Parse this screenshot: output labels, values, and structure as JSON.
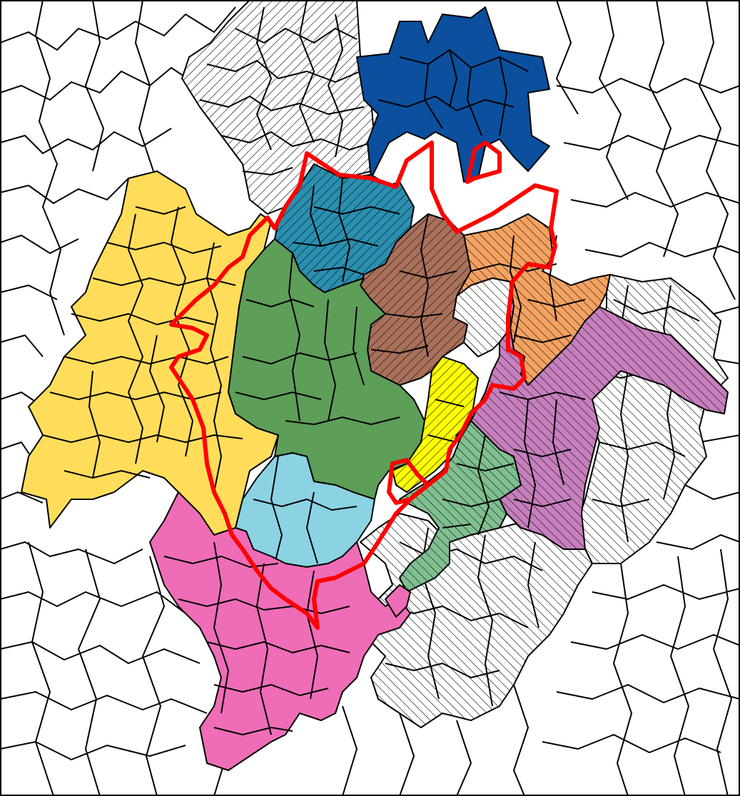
{
  "map": {
    "type": "choropleth-municipality-map",
    "background": "#ffffff",
    "outline_color": "#000000",
    "study_boundary_color": "#ff0000",
    "hatched_fill_color": "#ffffff",
    "regions": [
      {
        "id": "navy",
        "color": "#0b4f9e",
        "hatched": false
      },
      {
        "id": "teal",
        "color": "#2b8fb0",
        "hatched": true
      },
      {
        "id": "brown",
        "color": "#a9705a",
        "hatched": true
      },
      {
        "id": "orange",
        "color": "#f4a261",
        "hatched": true
      },
      {
        "id": "purple",
        "color": "#c77fbd",
        "hatched": true
      },
      {
        "id": "green",
        "color": "#5d9e58",
        "hatched": false
      },
      {
        "id": "yellow",
        "color": "#ffdd5a",
        "hatched": false
      },
      {
        "id": "bright-yellow",
        "color": "#ffff00",
        "hatched": true
      },
      {
        "id": "mint",
        "color": "#7fbf90",
        "hatched": true
      },
      {
        "id": "light-blue",
        "color": "#8bd2e3",
        "hatched": false
      },
      {
        "id": "pink",
        "color": "#ee6db6",
        "hatched": false
      },
      {
        "id": "grey-hatched",
        "color": "#ffffff",
        "hatched": true
      }
    ]
  }
}
